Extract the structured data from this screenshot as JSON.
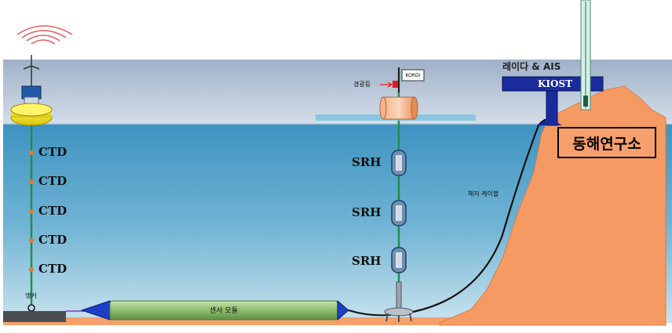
{
  "buoy": {
    "sensors": [
      "CTD",
      "CTD",
      "CTD",
      "CTD",
      "CTD"
    ],
    "anchor_label": "앵커"
  },
  "mooring": {
    "tag_label": "KORDI",
    "beacon_label": "경광등",
    "sensors": [
      "SRH",
      "SRH",
      "SRH"
    ]
  },
  "sensor_module_label": "센서 모듈",
  "cable_label": "해저 케이블",
  "station": {
    "radar_label": "레이다 & AIS",
    "platform_label": "KIOST",
    "institute_label": "동해연구소"
  },
  "colors": {
    "sky": "#b7c6d9",
    "sea": "#57a3c8",
    "land": "#f59a63",
    "buoy": "#f2e61a",
    "module": "#8fbf6f",
    "platform": "#1a2b9c"
  }
}
